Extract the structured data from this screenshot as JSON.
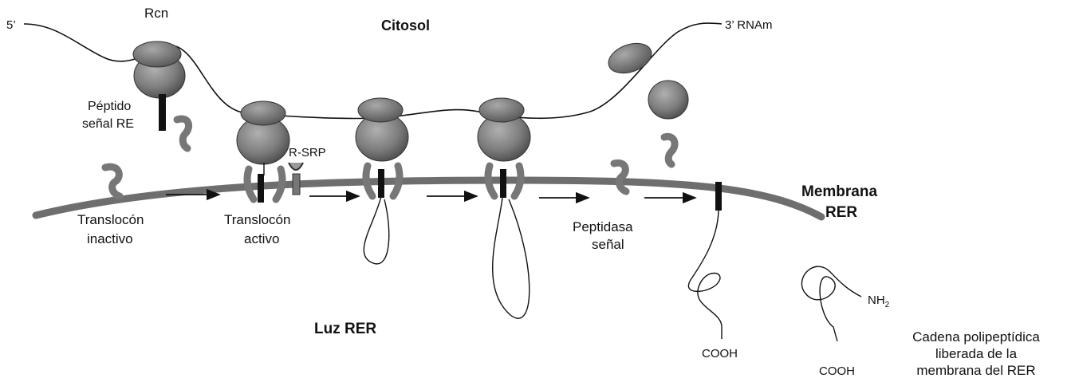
{
  "labels": {
    "five_prime": "5’",
    "three_prime": "3’ RNAm",
    "ribosome": "Rcn",
    "cytosol": "Citosol",
    "signal_peptide_line1": "Péptido",
    "signal_peptide_line2": "señal RE",
    "srp_receptor": "R-SRP",
    "membrane_line1": "Membrana",
    "membrane_line2": "RER",
    "translocon_inactive_line1": "Translocón",
    "translocon_inactive_line2": "inactivo",
    "translocon_active_line1": "Translocón",
    "translocon_active_line2": "activo",
    "signal_peptidase_line1": "Peptidasa",
    "signal_peptidase_line2": "señal",
    "lumen": "Luz RER",
    "cooh_1": "COOH",
    "cooh_2": "COOH",
    "nh2": "NH",
    "nh2_sub": "2",
    "released_chain_line1": "Cadena polipeptídica",
    "released_chain_line2": "liberada de la",
    "released_chain_line3": "membrana del RER"
  },
  "colors": {
    "ribosome": "#7a7a7a",
    "translocon": "#777777",
    "membrane": "#6e6e6e",
    "line": "#111111"
  }
}
